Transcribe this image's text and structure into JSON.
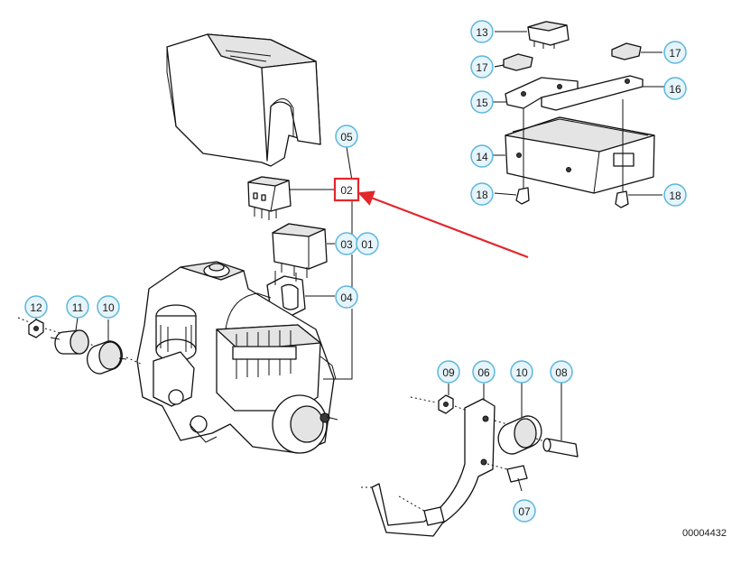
{
  "callouts": {
    "c01": "01",
    "c02": "02",
    "c03": "03",
    "c04": "04",
    "c05": "05",
    "c06": "06",
    "c07": "07",
    "c08": "08",
    "c09": "09",
    "c10a": "10",
    "c10b": "10",
    "c11": "11",
    "c12": "12",
    "c13": "13",
    "c14": "14",
    "c15": "15",
    "c16": "16",
    "c17a": "17",
    "c17b": "17",
    "c18a": "18",
    "c18b": "18"
  },
  "diagram_id": "00004432",
  "colors": {
    "callout_fill": "#e6f4fb",
    "callout_stroke": "#5db7dd",
    "highlight": "#e3262b",
    "arrow": "#e3262b"
  },
  "icons": {
    "arrow": "red-pointer-arrow",
    "highlight": "red-highlight-box"
  }
}
